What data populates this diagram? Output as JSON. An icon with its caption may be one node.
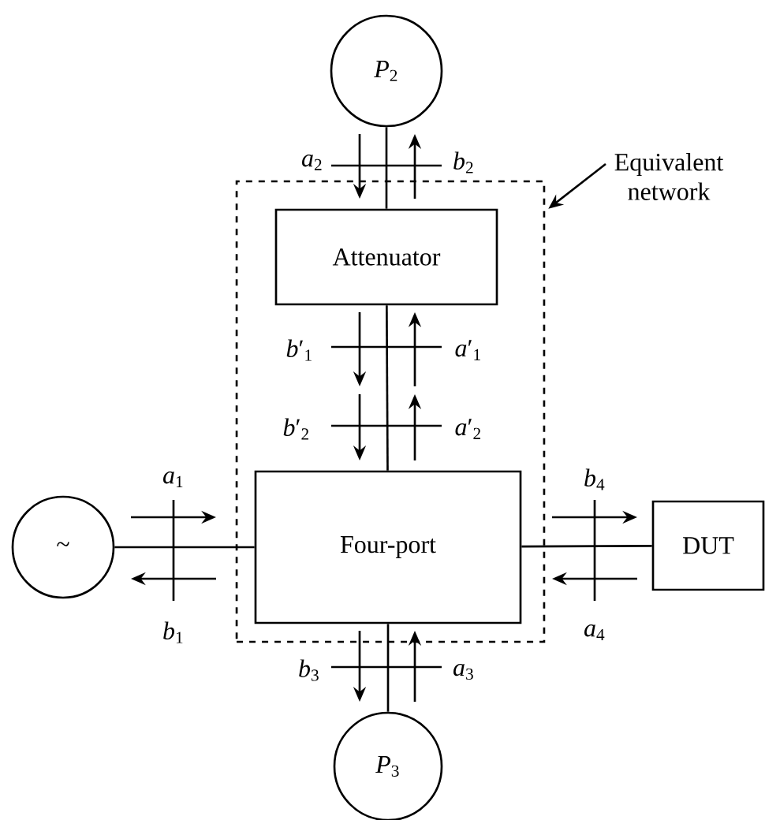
{
  "diagram": {
    "nodes": [
      {
        "text": [
          "*P*$_{2}$"
        ]
      },
      {
        "text": [
          "Equivalent network"
        ]
      },
      {
        "text": [],
        "shape": "box"
      },
      {
        "text": [
          "Attenuator"
        ],
        "in": 2
      },
      {
        "text": [
          "Four-port"
        ],
        "in": 2
      },
      {
        "text": [
          "~"
        ]
      },
      {
        "text": [
          "DUT"
        ]
      },
      {
        "text": [
          "*P*$_{3}$"
        ]
      }
    ],
    "edges": [
      {
        "from": 0,
        "to": 3,
        "arrow": "none"
      },
      {
        "from": 3,
        "to": 4,
        "arrow": "none"
      },
      {
        "from": 5,
        "to": 4,
        "arrow": "none"
      },
      {
        "from": 4,
        "to": 6,
        "arrow": "none"
      },
      {
        "from": 4,
        "to": 7,
        "arrow": "none"
      },
      {
        "from": 1,
        "to": 2,
        "arrow": "to"
      }
    ],
    "labels": [
      "*a*$_{2}$",
      "*b*$_{2}$",
      "*b*′$_{1}$",
      "*a*′$_{1}$",
      "*b*′$_{2}$",
      "*a*′$_{2}$",
      "*a*$_{1}$",
      "*b*$_{4}$",
      "*b*$_{1}$",
      "*a*$_{4}$",
      "*b*$_{3}$",
      "*a*$_{3}$"
    ]
  }
}
